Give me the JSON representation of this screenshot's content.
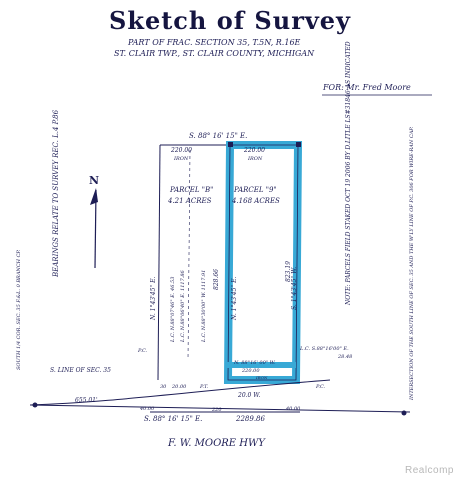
{
  "sketch": {
    "title": "Sketch of Survey",
    "subtitle_line1": "PART OF FRAC. SECTION 35, T.5N, R.16E",
    "subtitle_line2": "ST. CLAIR TWP., ST. CLAIR COUNTY, MICHIGAN",
    "prepared_for": "FOR: Mr. Fred Moore",
    "north_arrow": "N",
    "bearings_note": "BEARINGS RELATE TO SURVEY REC. L.4 P.86",
    "south_quarter_corner": "SOUTH 1/4 COR. SEC. 35 F.&L. 0 BRANCH CP.",
    "section_line_label": "S. LINE OF SEC. 35",
    "south_line_dist": "655.01'",
    "north_bearing": "S. 88° 16' 15\" E.",
    "north_dist_parcel_b": "220.00",
    "north_dist_parcel_9": "220.00",
    "iron_label_1": "IRON",
    "iron_label_2": "IRON",
    "parcel_b_name": "PARCEL \"B\"",
    "parcel_b_area": "4.21 ACRES",
    "parcel_9_name": "PARCEL \"9\"",
    "parcel_9_area": "4.168 ACRES",
    "west_line_label": "N. 1°43'45\" E.",
    "lc_line1": "L.C. N.88°07'46\" E. 46.53",
    "lc_line2": "L.C. N.88°06'40\" E. 1117.86",
    "lc_line3": "L.C. N.88°30'00\" W. 1117.91",
    "mid_dist": "828.66",
    "mid_bearing": "N. 1°43'45\" E.",
    "east_line_label": "S. 1°43'45\" W.",
    "east_dist": "823.19",
    "note_text": "NOTE: PARCELS FIELD STAKED OCT 19 2006 BY D.LITLE LS#31846 AS INDICATED",
    "lc_east": "L.C. S.88°16'00\" E.",
    "lc_east_dist": "28.48",
    "bottom_inner": "N. 88°16' 00\" W.",
    "bottom_inner_dist": "220.00",
    "bottom_iron": "IRON",
    "pc_left": "P.C.",
    "pc_right": "P.C.",
    "pt_label": "P.T.",
    "lot_dist_a": "30",
    "lot_dist_b": "20.00",
    "row_label": "20.0 W.",
    "row_dist_a": "40.00",
    "row_dist_b": "40.00",
    "bottom_bearing": "S. 88° 16' 15\" E.",
    "bottom_dist_a": "220",
    "bottom_dist_b": "2289.86",
    "road_name": "F. W. MOORE HWY",
    "intersection_note": "INTERSECTION OF THE SOUTH LINE OF SEC. 35 AND THE W'LY LINE OF P.C. 306 FOR WIRE-RAN CAP.",
    "watermark": "Realcomp"
  },
  "colors": {
    "ink": "#1d1d55",
    "highlight": "#38a9d6"
  }
}
